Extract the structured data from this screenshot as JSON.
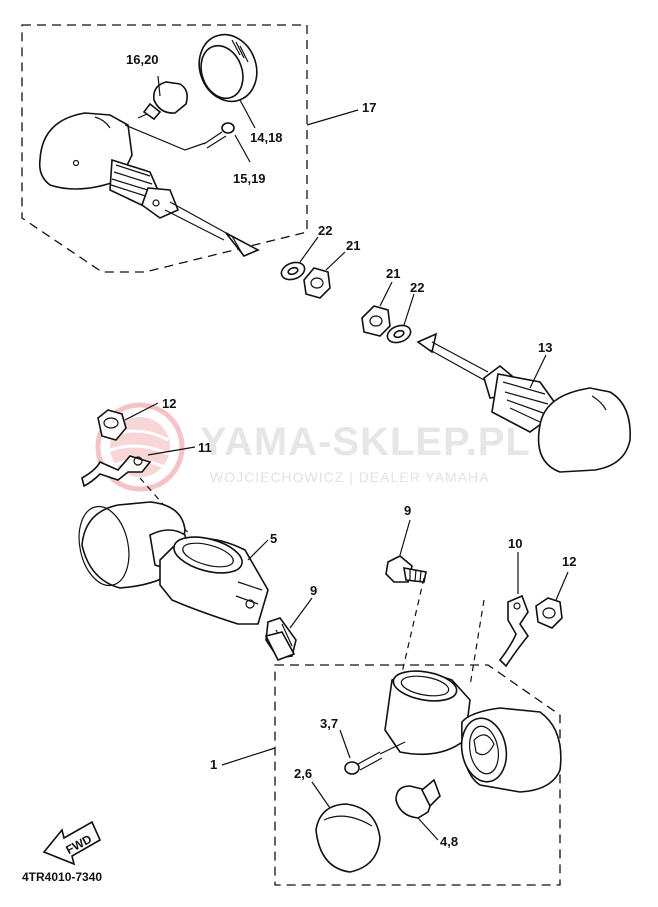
{
  "labels": {
    "l16_20": "16,20",
    "l14_18": "14,18",
    "l15_19": "15,19",
    "l17": "17",
    "l22a": "22",
    "l21a": "21",
    "l21b": "21",
    "l22b": "22",
    "l13": "13",
    "l12a": "12",
    "l11": "11",
    "l5": "5",
    "l9a": "9",
    "l9b": "9",
    "l10": "10",
    "l12b": "12",
    "l1": "1",
    "l3_7": "3,7",
    "l2_6": "2,6",
    "l4_8": "4,8"
  },
  "watermark": {
    "main": "YAMA-SKLEP.PL",
    "sub": "WOJCIECHOWICZ | DEALER YAMAHA"
  },
  "fwd_badge": "FWD",
  "diagram_code": "4TR4010-7340",
  "colors": {
    "line": "#111111",
    "watermark_text": "#e6e6e6",
    "watermark_logo": "#f3b5b5"
  }
}
